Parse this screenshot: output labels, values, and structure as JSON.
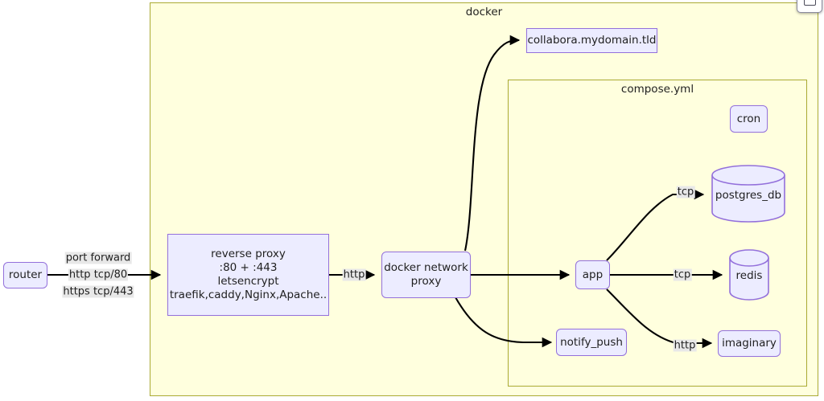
{
  "diagram": {
    "type": "flowchart",
    "direction": "left-to-right",
    "title_visible": false,
    "colors": {
      "canvas": "#ffffff",
      "subgraph_fill": "#ffffde",
      "subgraph_stroke": "#aaaa33",
      "node_fill": "#ececff",
      "node_stroke": "#9370db",
      "edge_stroke": "#000000",
      "edge_label_bg": "#e8e8e8",
      "text": "#1f1f1f"
    }
  },
  "subgraphs": [
    {
      "id": "docker",
      "label": "docker"
    },
    {
      "id": "compose",
      "label": "compose.yml"
    }
  ],
  "nodes": {
    "router": {
      "label": "router",
      "shape": "rounded-rect"
    },
    "reverse_proxy": {
      "shape": "rect",
      "lines": [
        "reverse proxy",
        ":80 + :443",
        "letsencrypt",
        "traefik,caddy,Nginx,Apache.."
      ]
    },
    "docker_network_proxy": {
      "shape": "rounded-rect",
      "lines": [
        "docker network",
        "proxy"
      ]
    },
    "collabora": {
      "label": "collabora.mydomain.tld",
      "shape": "rect"
    },
    "cron": {
      "label": "cron",
      "shape": "rounded-rect"
    },
    "app": {
      "label": "app",
      "shape": "rounded-rect"
    },
    "postgres_db": {
      "label": "postgres_db",
      "shape": "cylinder"
    },
    "redis": {
      "label": "redis",
      "shape": "cylinder"
    },
    "notify_push": {
      "label": "notify_push",
      "shape": "rounded-rect"
    },
    "imaginary": {
      "label": "imaginary",
      "shape": "rounded-rect"
    }
  },
  "edges": [
    {
      "from": "router",
      "to": "reverse_proxy",
      "labels": [
        "port forward",
        "http tcp/80",
        "https tcp/443"
      ]
    },
    {
      "from": "reverse_proxy",
      "to": "docker_network_proxy",
      "labels": [
        "http"
      ]
    },
    {
      "from": "docker_network_proxy",
      "to": "collabora",
      "labels": []
    },
    {
      "from": "docker_network_proxy",
      "to": "app",
      "labels": []
    },
    {
      "from": "docker_network_proxy",
      "to": "notify_push",
      "labels": []
    },
    {
      "from": "app",
      "to": "postgres_db",
      "labels": [
        "tcp"
      ]
    },
    {
      "from": "app",
      "to": "redis",
      "labels": [
        "tcp"
      ]
    },
    {
      "from": "app",
      "to": "imaginary",
      "labels": [
        "http"
      ]
    }
  ],
  "edge_labels": {
    "port_forward": "port forward",
    "http_tcp_80": "http tcp/80",
    "https_tcp_443": "https tcp/443",
    "http_proxy": "http",
    "tcp_postgres": "tcp",
    "tcp_redis": "tcp",
    "http_imaginary": "http"
  }
}
